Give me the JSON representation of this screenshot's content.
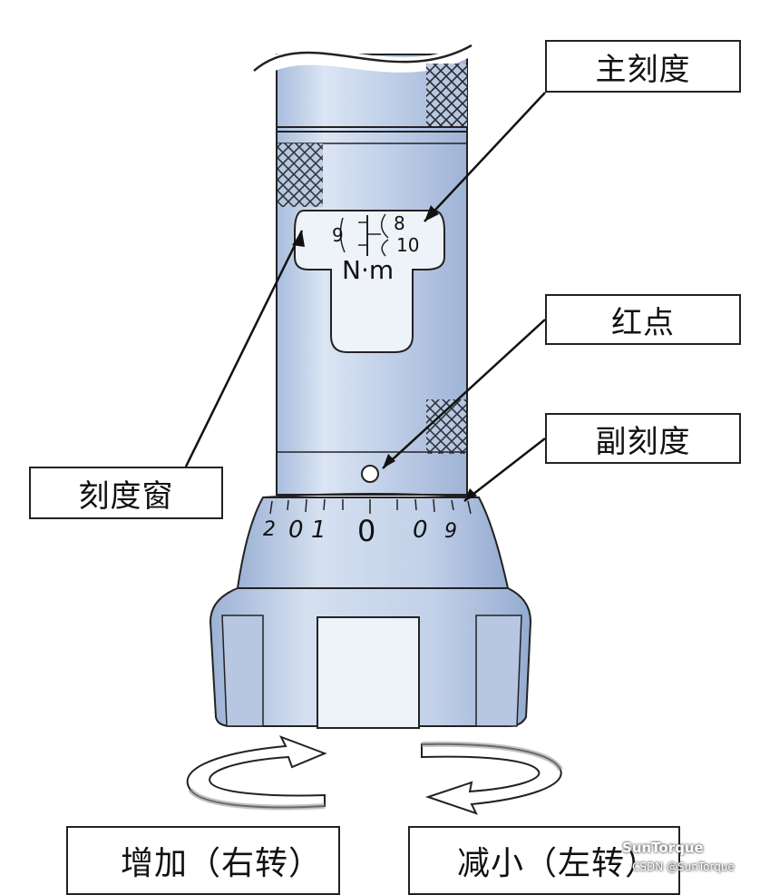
{
  "labels": {
    "main_scale": "主刻度",
    "red_dot": "红点",
    "sub_scale": "副刻度",
    "scale_window": "刻度窗",
    "increase": "增加（右转）",
    "decrease": "减小（左转）"
  },
  "window": {
    "tick_9": "9",
    "tick_8": "8",
    "tick_10": "10",
    "unit": "N·m"
  },
  "dial": {
    "zero": "0",
    "left_a": "0",
    "left_b": "1",
    "left_c": "2",
    "right_a": "0",
    "right_b": "9"
  },
  "watermark": {
    "brand": "SunTorque",
    "credit": "CSDN @SunTorque"
  },
  "colors": {
    "body_blue": "#c9d6ea",
    "body_shade": "#a9bcdb",
    "outline": "#222222"
  }
}
